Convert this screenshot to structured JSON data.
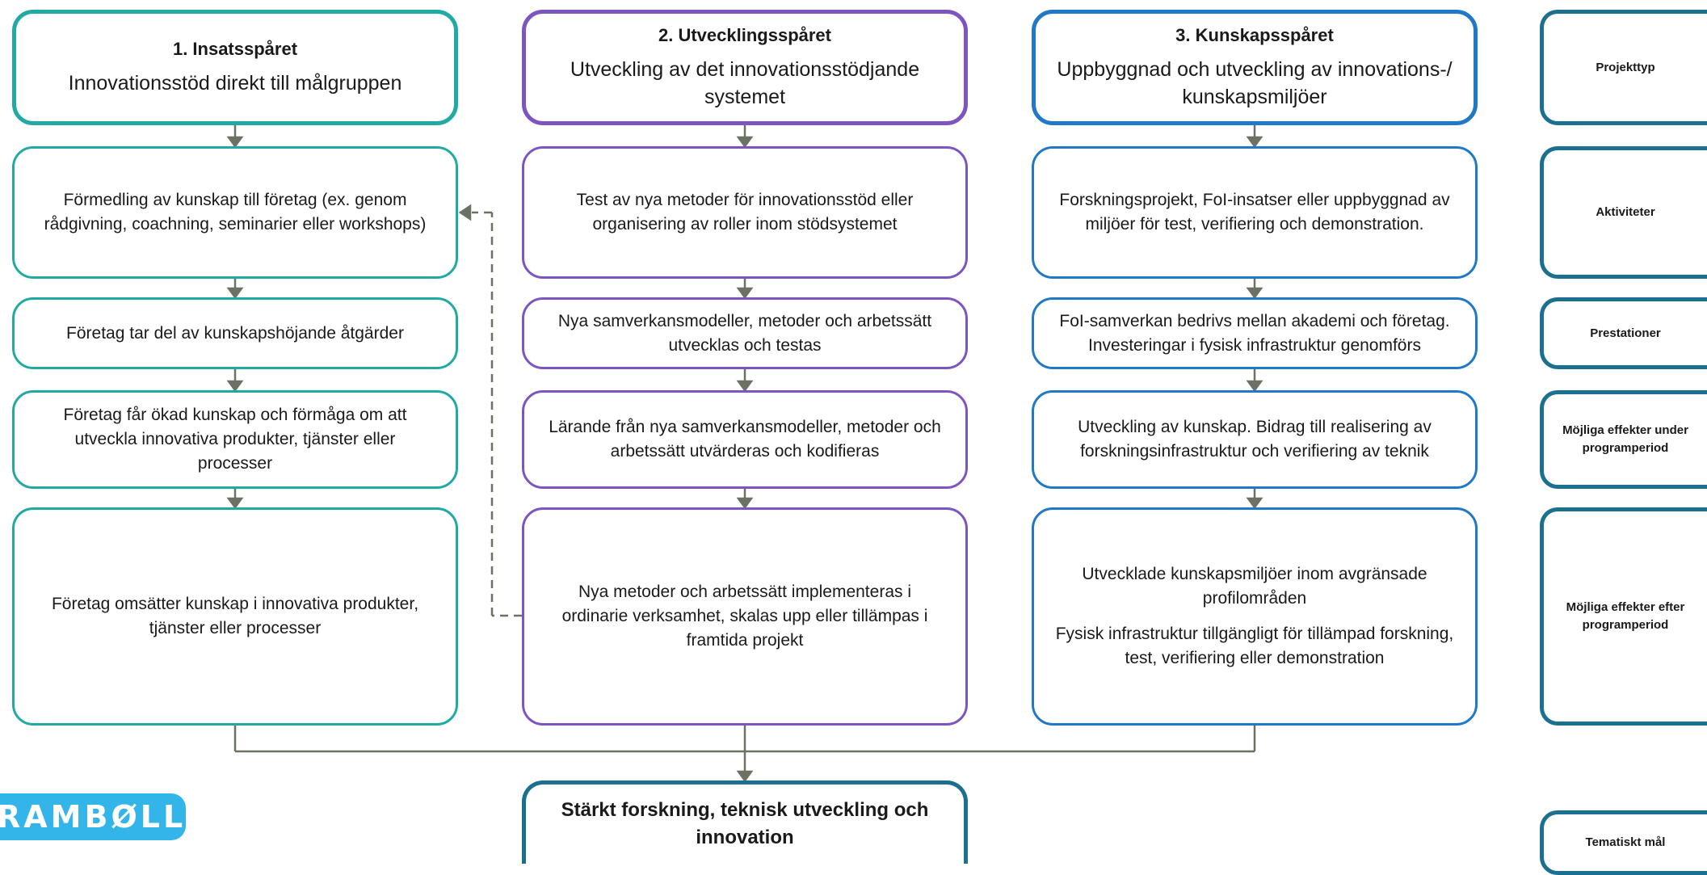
{
  "tracks": [
    {
      "title": "1. Insatsspåret",
      "subtitle": "Innovationsstöd direkt till målgruppen",
      "steps": [
        "Förmedling av kunskap till företag (ex. genom rådgivning, coachning, seminarier eller workshops)",
        "Företag tar del av kunskapshöjande åtgärder",
        "Företag får ökad kunskap och förmåga om att utveckla innovativa produkter, tjänster eller processer",
        "Företag omsätter kunskap i innovativa produkter, tjänster eller processer"
      ]
    },
    {
      "title": "2. Utvecklingsspåret",
      "subtitle": "Utveckling av det innovationsstödjande systemet",
      "steps": [
        "Test av nya metoder för innovationsstöd eller organisering av roller inom stödsystemet",
        "Nya samverkansmodeller, metoder och arbetssätt utvecklas och testas",
        "Lärande från nya samverkansmodeller, metoder och arbetssätt utvärderas och kodifieras",
        "Nya metoder och arbetssätt implementeras i ordinarie verksamhet, skalas upp eller tillämpas i framtida projekt"
      ]
    },
    {
      "title": "3. Kunskapsspåret",
      "subtitle": "Uppbyggnad och utveckling av innovations-/ kunskapsmiljöer",
      "steps": [
        "Forskningsprojekt, FoI-insatser eller uppbyggnad av miljöer för test, verifiering och demonstration.",
        "FoI-samverkan bedrivs mellan akademi och företag. Investeringar i fysisk infrastruktur genomförs",
        "Utveckling av kunskap. Bidrag till realisering av forskningsinfrastruktur och verifiering av teknik",
        "Utvecklade kunskapsmiljöer inom avgränsade profilområden",
        "Fysisk infrastruktur tillgängligt för tillämpad forskning, test, verifiering eller demonstration"
      ]
    }
  ],
  "goal": "Stärkt forskning, teknisk utveckling och innovation",
  "side_labels": [
    "Projekttyp",
    "Aktiviteter",
    "Prestationer",
    "Möjliga effekter under programperiod",
    "Möjliga effekter efter programperiod",
    "Tematiskt mål"
  ],
  "logo_text": "RAMBØLL",
  "colors": {
    "track1": "#21a9a4",
    "track2": "#7d55c1",
    "track3": "#1f79c6",
    "goal": "#1b6f8f",
    "connector": "#6b7264",
    "logo": "#33b5ea"
  }
}
